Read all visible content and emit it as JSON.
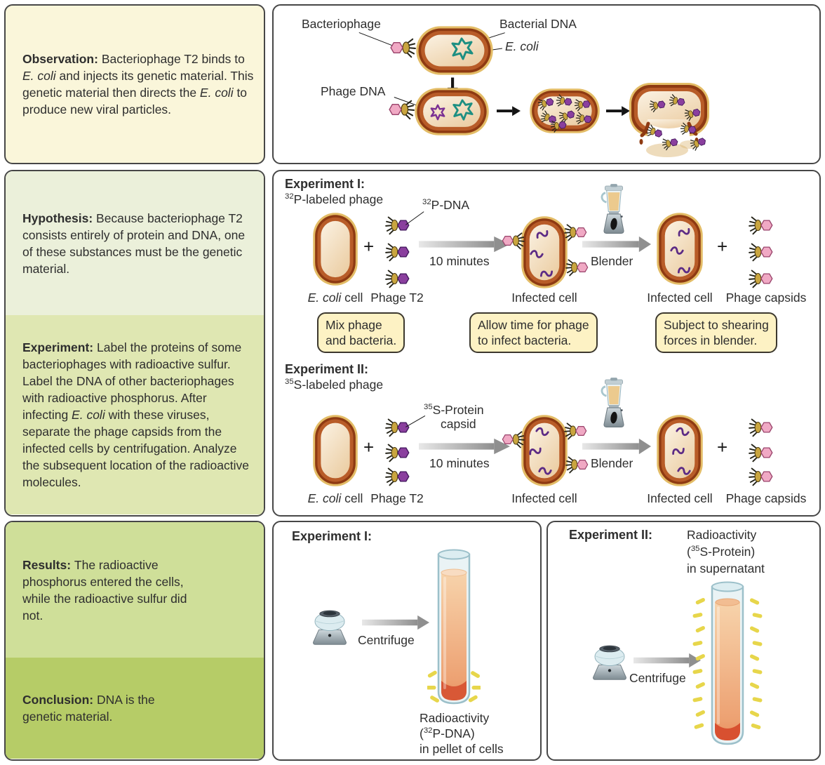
{
  "colors": {
    "panel_border": "#474747",
    "observation_bg": "#faf6da",
    "hypothesis_bg": "#ebf0da",
    "experiment_bg": "#dfe7b2",
    "results_bg": "#cfdf99",
    "conclusion_bg": "#b6cc67",
    "callout_bg": "#fdf2c4",
    "dna_teal": "#1d8f82",
    "phage_purple": "#8a3f9e",
    "capsid_pink": "#f0a9c4",
    "radioactive_yellow": "#e7d64b",
    "pellet_red": "#d85836"
  },
  "panels": {
    "observation": {
      "segments": [
        {
          "t": "Observation: ",
          "b": true
        },
        {
          "t": "Bacteriophage T2 binds to "
        },
        {
          "t": "E. coli",
          "i": true
        },
        {
          "t": " and injects its genetic material. This genetic material then directs the "
        },
        {
          "t": "E. coli",
          "i": true
        },
        {
          "t": " to produce new viral particles."
        }
      ]
    },
    "hypothesis": {
      "segments": [
        {
          "t": "Hypothesis: ",
          "b": true
        },
        {
          "t": "Because bacteriophage T2 consists entirely of protein and DNA, one of these substances must be the genetic material."
        }
      ]
    },
    "experiment": {
      "segments": [
        {
          "t": "Experiment: ",
          "b": true
        },
        {
          "t": "Label the proteins of some bacteriophages with radioactive sulfur. Label the DNA of other bacteriophages with radioactive phosphorus. After infecting "
        },
        {
          "t": "E. coli",
          "i": true
        },
        {
          "t": " with these viruses, separate the phage capsids from the infected cells by centrifugation. Analyze the subsequent location of the radioactive molecules."
        }
      ]
    },
    "results": {
      "segments": [
        {
          "t": "Results: ",
          "b": true
        },
        {
          "t": "The radioactive phosphorus entered the cells, while the radioactive sulfur did not."
        }
      ]
    },
    "conclusion": {
      "segments": [
        {
          "t": "Conclusion: ",
          "b": true
        },
        {
          "t": "DNA is the genetic material."
        }
      ]
    }
  },
  "lifecycle": {
    "bacteriophage_label": "Bacteriophage",
    "bacterial_dna_label": "Bacterial DNA",
    "e_coli_label": {
      "segments": [
        {
          "t": "E. coli",
          "i": true
        }
      ]
    },
    "phage_dna_label": "Phage DNA"
  },
  "exp1": {
    "heading": "Experiment I:",
    "subheading": {
      "segments": [
        {
          "t": "32",
          "sup": true
        },
        {
          "t": "P-labeled phage"
        }
      ]
    },
    "dna_label": {
      "segments": [
        {
          "t": "32",
          "sup": true
        },
        {
          "t": "P-DNA"
        }
      ]
    },
    "plus1": "+",
    "plus2": "+",
    "arrow1_label": "10 minutes",
    "arrow2_label": "Blender",
    "labels": {
      "cell": {
        "segments": [
          {
            "t": "E. coli",
            "i": true
          },
          {
            "t": " cell"
          }
        ]
      },
      "phage": "Phage T2",
      "infected1": "Infected cell",
      "infected2": "Infected cell",
      "capsids": "Phage capsids"
    }
  },
  "callouts": [
    {
      "lines": [
        "Mix phage",
        "and bacteria."
      ]
    },
    {
      "lines": [
        "Allow time for phage",
        "to infect bacteria."
      ]
    },
    {
      "lines": [
        "Subject to shearing",
        "forces in blender."
      ]
    }
  ],
  "exp2": {
    "heading": "Experiment II:",
    "subheading": {
      "segments": [
        {
          "t": "35",
          "sup": true
        },
        {
          "t": "S-labeled phage"
        }
      ]
    },
    "protein_label_line1": {
      "segments": [
        {
          "t": "35",
          "sup": true
        },
        {
          "t": "S-Protein"
        }
      ]
    },
    "protein_label_line2": {
      "segments": [
        {
          "t": "capsid"
        }
      ]
    },
    "plus1": "+",
    "plus2": "+",
    "arrow1_label": "10 minutes",
    "arrow2_label": "Blender",
    "labels": {
      "cell": {
        "segments": [
          {
            "t": "E. coli",
            "i": true
          },
          {
            "t": " cell"
          }
        ]
      },
      "phage": "Phage T2",
      "infected1": "Infected cell",
      "infected2": "Infected cell",
      "capsids": "Phage capsids"
    }
  },
  "result1": {
    "heading": "Experiment I:",
    "centrifuge_label": "Centrifuge",
    "caption_line1": {
      "segments": [
        {
          "t": "Radioactivity"
        }
      ]
    },
    "caption_line2": {
      "segments": [
        {
          "t": "("
        },
        {
          "t": "32",
          "sup": true
        },
        {
          "t": "P-DNA)"
        }
      ]
    },
    "caption_line3": {
      "segments": [
        {
          "t": "in pellet of cells"
        }
      ]
    }
  },
  "result2": {
    "heading": "Experiment II:",
    "centrifuge_label": "Centrifuge",
    "caption_line1": {
      "segments": [
        {
          "t": "Radioactivity"
        }
      ]
    },
    "caption_line2": {
      "segments": [
        {
          "t": "("
        },
        {
          "t": "35",
          "sup": true
        },
        {
          "t": "S-Protein)"
        }
      ]
    },
    "caption_line3": {
      "segments": [
        {
          "t": "in supernatant"
        }
      ]
    }
  }
}
